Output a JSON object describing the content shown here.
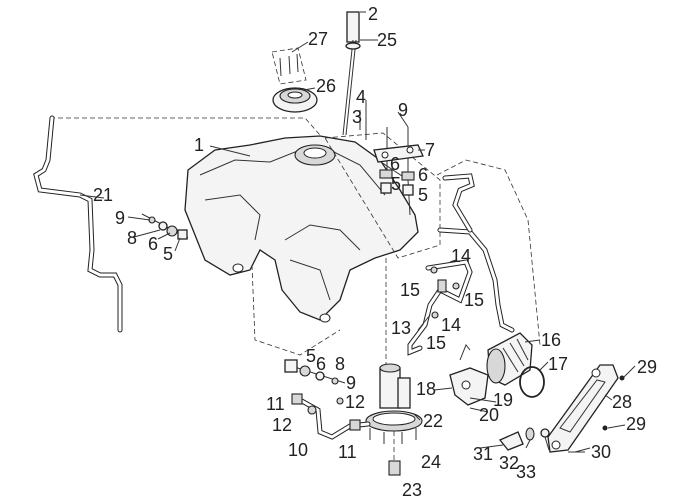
{
  "callouts": [
    {
      "id": "1",
      "text": "1"
    },
    {
      "id": "2",
      "text": "2"
    },
    {
      "id": "3",
      "text": "3"
    },
    {
      "id": "4",
      "text": "4"
    },
    {
      "id": "5a",
      "text": "5"
    },
    {
      "id": "5b",
      "text": "5"
    },
    {
      "id": "5c",
      "text": "5"
    },
    {
      "id": "5d",
      "text": "5"
    },
    {
      "id": "6a",
      "text": "6"
    },
    {
      "id": "6b",
      "text": "6"
    },
    {
      "id": "6c",
      "text": "6"
    },
    {
      "id": "6d",
      "text": "6"
    },
    {
      "id": "7",
      "text": "7"
    },
    {
      "id": "8a",
      "text": "8"
    },
    {
      "id": "8b",
      "text": "8"
    },
    {
      "id": "9a",
      "text": "9"
    },
    {
      "id": "9b",
      "text": "9"
    },
    {
      "id": "9c",
      "text": "9"
    },
    {
      "id": "10",
      "text": "10"
    },
    {
      "id": "11a",
      "text": "11"
    },
    {
      "id": "11b",
      "text": "11"
    },
    {
      "id": "12a",
      "text": "12"
    },
    {
      "id": "12b",
      "text": "12"
    },
    {
      "id": "13",
      "text": "13"
    },
    {
      "id": "14a",
      "text": "14"
    },
    {
      "id": "14b",
      "text": "14"
    },
    {
      "id": "15a",
      "text": "15"
    },
    {
      "id": "15b",
      "text": "15"
    },
    {
      "id": "15c",
      "text": "15"
    },
    {
      "id": "16",
      "text": "16"
    },
    {
      "id": "17",
      "text": "17"
    },
    {
      "id": "18",
      "text": "18"
    },
    {
      "id": "19",
      "text": "19"
    },
    {
      "id": "20",
      "text": "20"
    },
    {
      "id": "21",
      "text": "21"
    },
    {
      "id": "22",
      "text": "22"
    },
    {
      "id": "23",
      "text": "23"
    },
    {
      "id": "24",
      "text": "24"
    },
    {
      "id": "25",
      "text": "25"
    },
    {
      "id": "26",
      "text": "26"
    },
    {
      "id": "27",
      "text": "27"
    },
    {
      "id": "28",
      "text": "28"
    },
    {
      "id": "29a",
      "text": "29"
    },
    {
      "id": "29b",
      "text": "29"
    },
    {
      "id": "30",
      "text": "30"
    },
    {
      "id": "31",
      "text": "31"
    },
    {
      "id": "32",
      "text": "32"
    },
    {
      "id": "33",
      "text": "33"
    }
  ]
}
